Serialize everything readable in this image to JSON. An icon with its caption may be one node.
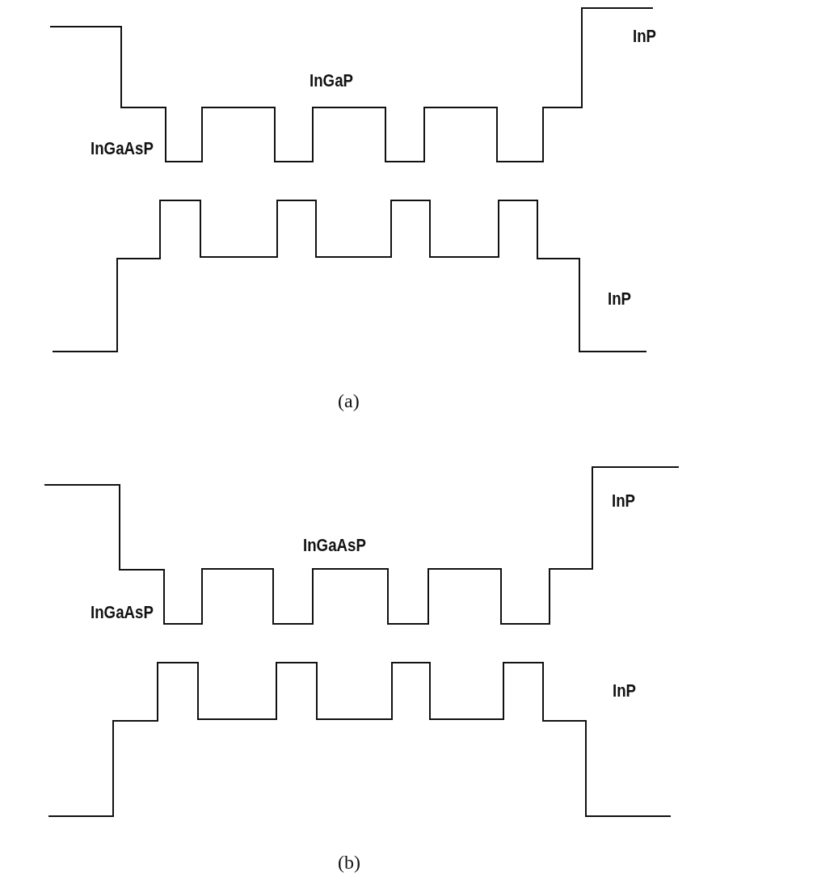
{
  "diagram": {
    "labels": [
      "InP",
      "InGaP",
      "InGaAsP",
      "InP",
      "(a)",
      "InP",
      "InGaAsP",
      "InGaAsP",
      "InP",
      "(b)"
    ]
  }
}
